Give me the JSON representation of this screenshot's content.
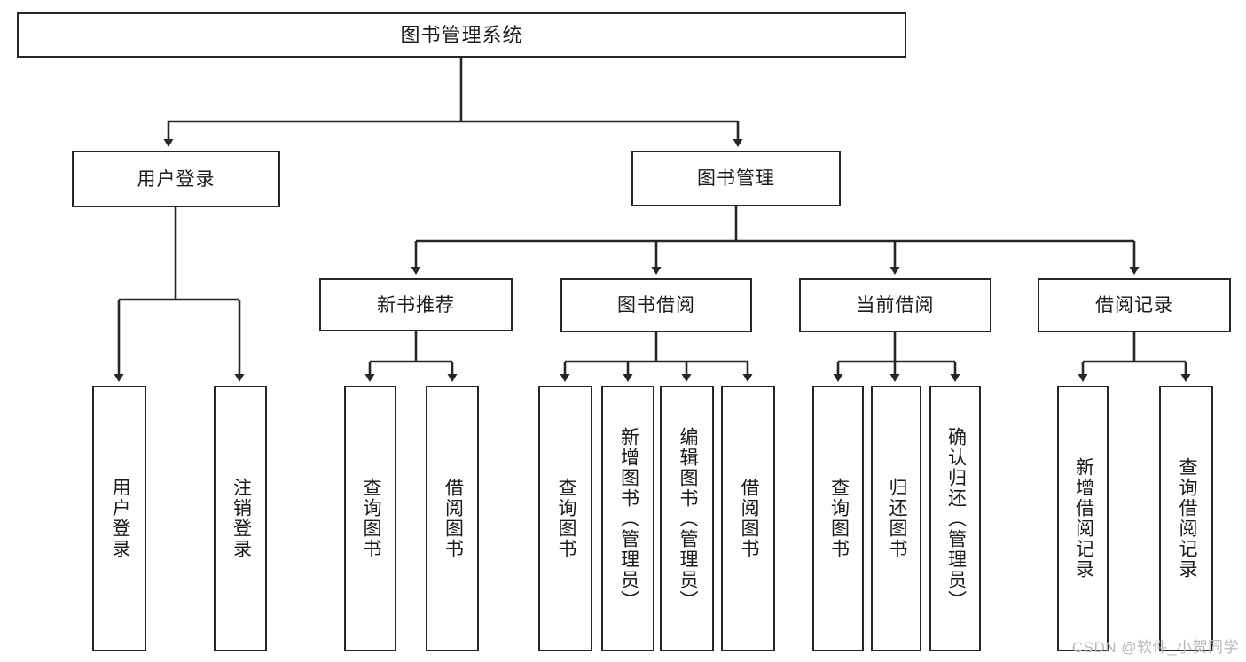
{
  "diagram": {
    "type": "tree-hierarchy",
    "title": "图书管理系统",
    "root": {
      "label": "图书管理系统"
    },
    "level1": [
      {
        "id": "user-login",
        "label": "用户登录"
      },
      {
        "id": "book-manage",
        "label": "图书管理"
      }
    ],
    "level2": [
      {
        "id": "new-book-recommend",
        "label": "新书推荐"
      },
      {
        "id": "book-borrow",
        "label": "图书借阅"
      },
      {
        "id": "current-borrow",
        "label": "当前借阅"
      },
      {
        "id": "borrow-record",
        "label": "借阅记录"
      }
    ],
    "leaves": [
      {
        "id": "leaf-user-login",
        "label": "用户登录",
        "parent": "user-login"
      },
      {
        "id": "leaf-user-logout",
        "label": "注销登录",
        "parent": "user-login"
      },
      {
        "id": "leaf-query-book-1",
        "label": "查询图书",
        "parent": "new-book-recommend"
      },
      {
        "id": "leaf-borrow-book-1",
        "label": "借阅图书",
        "parent": "new-book-recommend"
      },
      {
        "id": "leaf-query-book-2",
        "label": "查询图书",
        "parent": "book-borrow"
      },
      {
        "id": "leaf-add-book",
        "label": "新增图书（管理员）",
        "parent": "book-borrow"
      },
      {
        "id": "leaf-edit-book",
        "label": "编辑图书（管理员）",
        "parent": "book-borrow"
      },
      {
        "id": "leaf-borrow-book-2",
        "label": "借阅图书",
        "parent": "book-borrow"
      },
      {
        "id": "leaf-query-book-3",
        "label": "查询图书",
        "parent": "current-borrow"
      },
      {
        "id": "leaf-return-book",
        "label": "归还图书",
        "parent": "current-borrow"
      },
      {
        "id": "leaf-confirm-return",
        "label": "确认归还（管理员）",
        "parent": "current-borrow"
      },
      {
        "id": "leaf-add-record",
        "label": "新增借阅记录",
        "parent": "borrow-record"
      },
      {
        "id": "leaf-query-record",
        "label": "查询借阅记录",
        "parent": "borrow-record"
      }
    ],
    "colors": {
      "stroke": "#262626",
      "fill": "#ffffff",
      "text": "#1a1a1a",
      "watermark": "#b9b9b9"
    }
  },
  "watermark": {
    "text": "CSDN @软件_小贺同学"
  }
}
